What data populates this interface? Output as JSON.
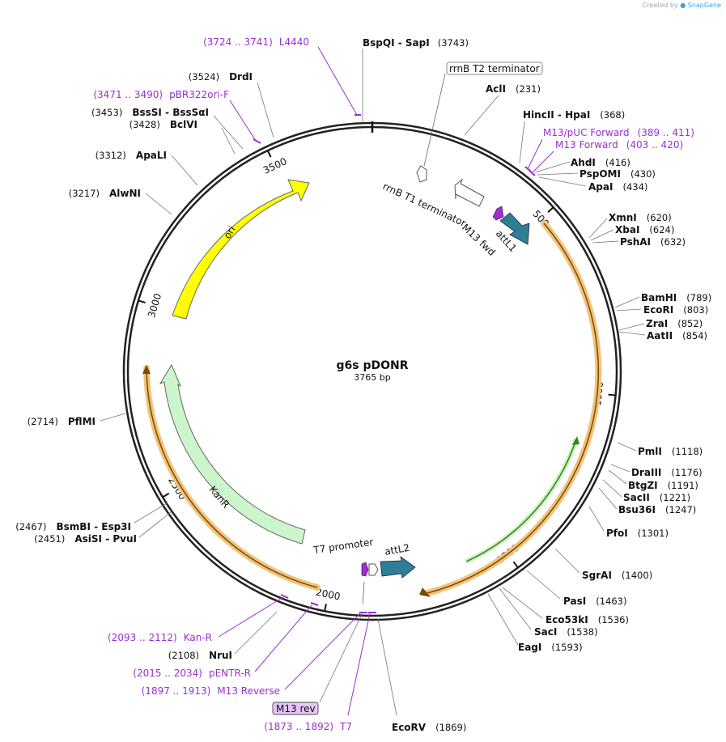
{
  "app": {
    "watermark_prefix": "Created by",
    "watermark_brand": "SnapGene"
  },
  "plasmid": {
    "name": "g6s pDONR",
    "length": "3765 bp",
    "bp": 3765
  },
  "colors": {
    "backbone": "#222222",
    "primer": "#9b2fcf",
    "ori": "#ffff00",
    "kanr": "#ccf5cc",
    "attL": "#2e7f96",
    "orf_fill": "#f3c27a",
    "orf_line": "#7a4a00",
    "orf_green": "#2e8b17"
  },
  "ticks": [
    {
      "label": "500",
      "bp": 500
    },
    {
      "label": "1000",
      "bp": 1000
    },
    {
      "label": "1500",
      "bp": 1500
    },
    {
      "label": "2000",
      "bp": 2000
    },
    {
      "label": "2500",
      "bp": 2500
    },
    {
      "label": "3000",
      "bp": 3000
    },
    {
      "label": "3500",
      "bp": 3500
    }
  ],
  "enzymes": [
    {
      "name": "BspQI",
      "name2": "SapI",
      "pos": "3743"
    },
    {
      "name": "AclI",
      "pos": "231"
    },
    {
      "name": "HincII",
      "name2": "HpaI",
      "pos": "368"
    },
    {
      "name": "AhdI",
      "pos": "416"
    },
    {
      "name": "PspOMI",
      "pos": "430"
    },
    {
      "name": "ApaI",
      "pos": "434"
    },
    {
      "name": "XmnI",
      "pos": "620"
    },
    {
      "name": "XbaI",
      "pos": "624"
    },
    {
      "name": "PshAI",
      "pos": "632"
    },
    {
      "name": "BamHI",
      "pos": "789"
    },
    {
      "name": "EcoRI",
      "pos": "803"
    },
    {
      "name": "ZraI",
      "pos": "852"
    },
    {
      "name": "AatII",
      "pos": "854"
    },
    {
      "name": "PmlI",
      "pos": "1118"
    },
    {
      "name": "DraIII",
      "pos": "1176"
    },
    {
      "name": "BtgZI",
      "pos": "1191"
    },
    {
      "name": "SacII",
      "pos": "1221"
    },
    {
      "name": "Bsu36I",
      "pos": "1247"
    },
    {
      "name": "PfoI",
      "pos": "1301"
    },
    {
      "name": "SgrAI",
      "pos": "1400"
    },
    {
      "name": "PasI",
      "pos": "1463"
    },
    {
      "name": "Eco53kI",
      "pos": "1536"
    },
    {
      "name": "SacI",
      "pos": "1538"
    },
    {
      "name": "EagI",
      "pos": "1593"
    },
    {
      "name": "EcoRV",
      "pos": "1869"
    },
    {
      "name": "NruI",
      "pos": "2108"
    },
    {
      "name": "AsiSI",
      "name2": "PvuI",
      "pos": "2451"
    },
    {
      "name": "BsmBI",
      "name2": "Esp3I",
      "pos": "2467"
    },
    {
      "name": "PflMI",
      "pos": "2714"
    },
    {
      "name": "AlwNI",
      "pos": "3217"
    },
    {
      "name": "ApaLI",
      "pos": "3312"
    },
    {
      "name": "BclVI",
      "pos": "3428"
    },
    {
      "name": "BssSI",
      "name2": "BssSαI",
      "pos": "3453"
    },
    {
      "name": "DrdI",
      "pos": "3524"
    }
  ],
  "primers": [
    {
      "name": "L4440",
      "range": "(3724 .. 3741)"
    },
    {
      "name": "pBR322ori-F",
      "range": "(3471 .. 3490)"
    },
    {
      "name": "M13/pUC Forward",
      "range": "(389 .. 411)"
    },
    {
      "name": "M13 Forward",
      "range": "(403 .. 420)"
    },
    {
      "name": "Kan-R",
      "range": "(2093 .. 2112)"
    },
    {
      "name": "pENTR-R",
      "range": "(2015 .. 2034)"
    },
    {
      "name": "M13 Reverse",
      "range": "(1897 .. 1913)"
    },
    {
      "name": "T7",
      "range": "(1873 .. 1892)"
    }
  ],
  "features": {
    "rrnb_t2": "rrnB T2 terminator",
    "rrnb_t1": "rrnB T1 terminator",
    "m13_fwd": "M13 fwd",
    "attl1": "attL1",
    "ori": "ori",
    "kanr": "KanR",
    "t7_promoter": "T7 promoter",
    "attl2": "attL2",
    "m13_rev": "M13 rev"
  }
}
